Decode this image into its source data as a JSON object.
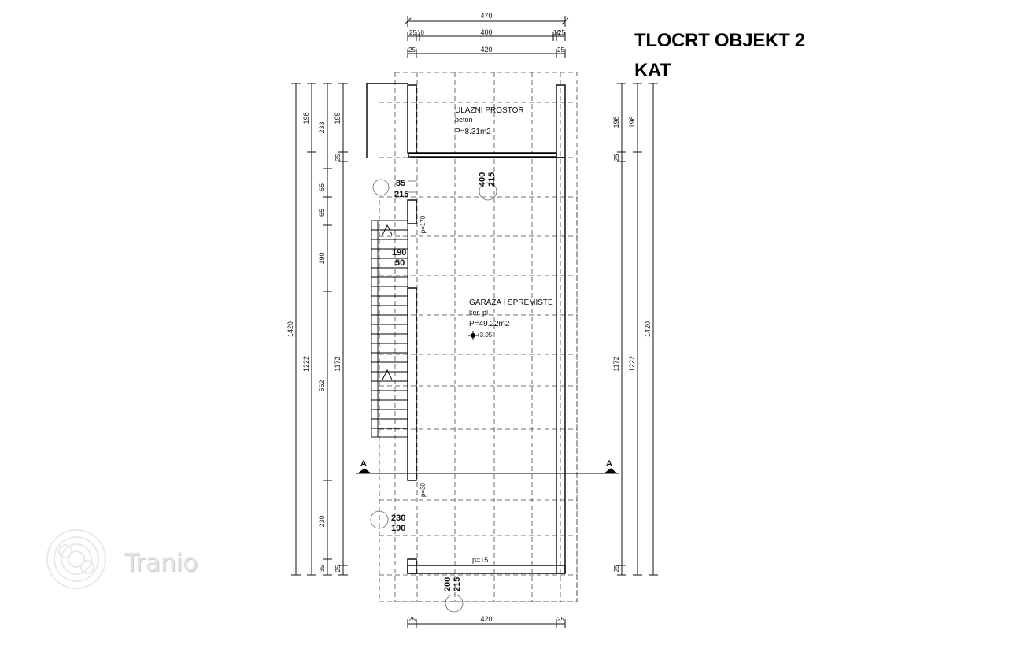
{
  "title": {
    "line1": "TLOCRT OBJEKT 2",
    "line2": "KAT"
  },
  "watermark": {
    "text": "Tranio"
  },
  "rooms": {
    "entrance": {
      "name": "ULAZNI PROSTOR",
      "finish": "beton",
      "area": "P=8.31m2"
    },
    "garage": {
      "name": "GARAŽA I SPREMIŠTE",
      "finish": "ker. pl.",
      "area": "P=49.22m2",
      "level": "+3.05"
    }
  },
  "section_mark": {
    "left": "A",
    "right": "A"
  },
  "dims_top": {
    "overall": "470",
    "left_a": "25",
    "left_b": "10",
    "middle": "400",
    "right_a": "10",
    "right_b": "25",
    "row3_left": "25",
    "row3_mid": "420",
    "row3_right": "25"
  },
  "dims_bottom": {
    "left": "25",
    "mid": "420",
    "right": "25"
  },
  "dims_left": {
    "overall": "1420",
    "col2_top": "198",
    "col2_main": "1222",
    "col3_a": "233",
    "col3_b": "65",
    "col3_c": "65",
    "col3_d": "190",
    "col3_e": "562",
    "col3_f": "230",
    "col3_g": "35",
    "col4_top": "198",
    "col4_a": "25",
    "col4_main": "1172",
    "col4_bot": "25"
  },
  "dims_right": {
    "overall": "1420",
    "col2_top": "198",
    "col2_main": "1222",
    "col1_top": "198",
    "col1_a": "25",
    "col1_main": "1172",
    "col1_bot": "25"
  },
  "openings": {
    "door_top": {
      "w": "400",
      "h": "215"
    },
    "door_small": {
      "w": "85",
      "h": "215"
    },
    "window_left": {
      "w": "190",
      "h": "50"
    },
    "window_low": {
      "w": "230",
      "h": "190"
    },
    "door_bottom": {
      "w": "200",
      "h": "215"
    },
    "parapet_a": "p=170",
    "parapet_b": "p=30",
    "parapet_c": "p=15"
  }
}
